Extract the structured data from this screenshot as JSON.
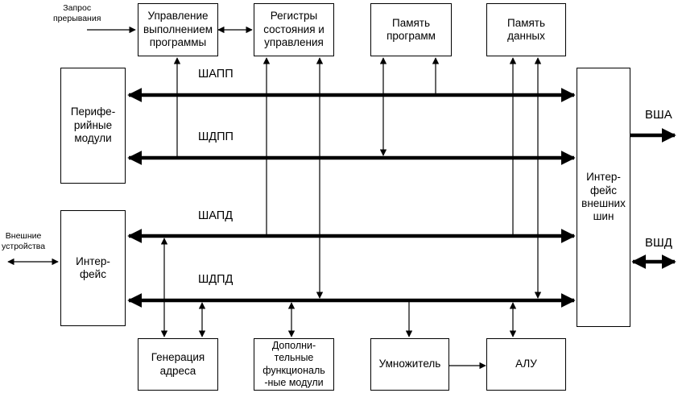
{
  "blocks": {
    "program_control": "Управление\nвыполнением\nпрограммы",
    "registers": "Регистры\nсостояния и\nуправления",
    "program_memory": "Память\nпрограмм",
    "data_memory": "Память\nданных",
    "peripheral_modules": "Перифе-\nрийные\nмодули",
    "interface": "Интер-\nфейс",
    "external_bus_interface": "Интер-\nфейс\nвнешних\nшин",
    "address_generation": "Генерация\nадреса",
    "extra_modules": "Дополни-\nтельные\nфункциональ\n-ные модули",
    "multiplier": "Умножитель",
    "alu": "АЛУ"
  },
  "buses": {
    "shapp": "ШАПП",
    "shdpp": "ШДПП",
    "shapd": "ШАПД",
    "shdpd": "ШДПД"
  },
  "labels": {
    "interrupt_request": "Запрос\nпрерывания",
    "external_devices": "Внешние\nустройства",
    "vsha": "ВША",
    "vshd": "ВШД"
  }
}
